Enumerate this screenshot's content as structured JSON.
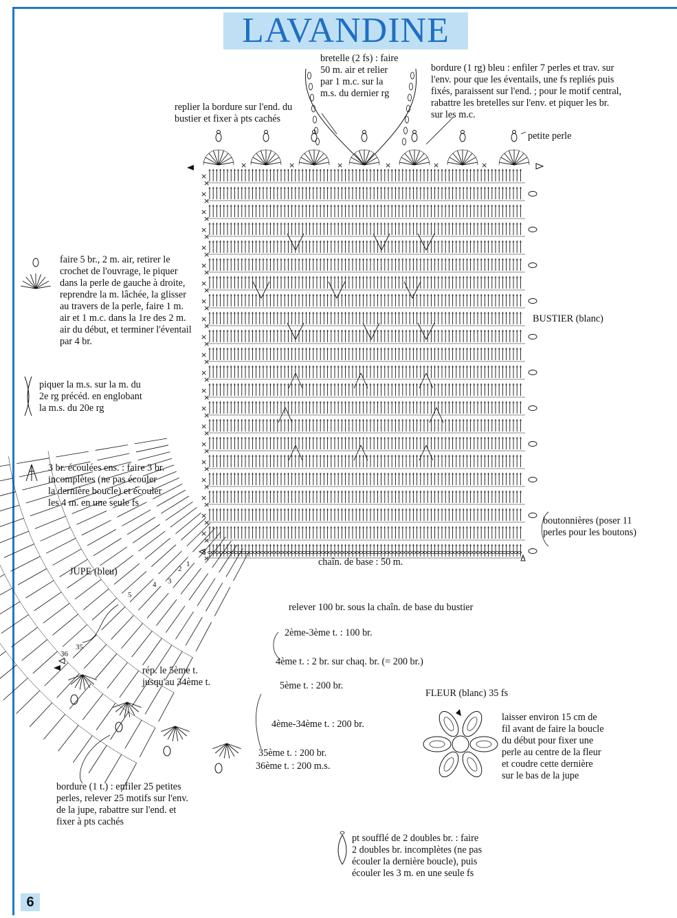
{
  "title": "LAVANDINE",
  "page_number": "6",
  "labels": {
    "bretelle": "bretelle (2 fs) : faire\n50 m. air et relier\npar 1 m.c. sur la\nm.s. du dernier rg",
    "bordure_top": "bordure (1 rg) bleu : enfiler 7 perles et trav. sur\nl'env. pour que les éventails, une fs repliés puis\nfixés, paraissent sur l'end. ; pour le motif central,\nrabattre les bretelles sur l'env. et piquer les br.\nsur les m.c.",
    "replier": "replier la bordure sur l'end. du\nbustier et fixer à pts cachés",
    "petite_perle": "petite perle",
    "bustier": "BUSTIER (blanc)",
    "boutonnieres": "boutonnières (poser 11\nperles pour les boutons)",
    "chain_base": "chaîn. de base : 50 m.",
    "jupe": "JUPE (bleu)",
    "relever": "relever 100 br. sous la chaîn. de base du bustier",
    "t2_3": "2ème-3ème t. : 100 br.",
    "t4": "4ème t. : 2 br. sur chaq. br. (= 200 br.)",
    "t5": "5ème t. : 200 br.",
    "rep": "rép. le 5ème t.\njusqu'au 34ème t.",
    "t4_34": "4ème-34ème t. : 200 br.",
    "t35": "35ème t. : 200 br.",
    "t36": "36ème t. : 200 m.s.",
    "bordure_jupe": "bordure (1 t.) : enfiler 25 petites\nperles, relever 25 motifs sur l'env.\nde la jupe, rabattre sur l'end. et\nfixer à pts cachés",
    "fleur": "FLEUR (blanc) 35 fs",
    "fleur_note": "laisser environ 15 cm de\nfil avant de faire la boucle\ndu début pour fixer une\nperle au centre de la fleur\net coudre cette dernière\nsur le bas de la jupe",
    "legend_eventail": "faire 5 br., 2 m. air, retirer le\ncrochet de l'ouvrage, le piquer\ndans la perle de gauche à droite,\nreprendre la m. lâchée, la glisser\nau travers de la perle, faire 1 m.\nair et 1 m.c. dans la 1re des 2 m.\nair du début, et terminer l'éventail\npar 4 br.",
    "legend_ms": "piquer la m.s. sur la m. du\n2e rg précéd. en englobant\nla m.s. du 20e rg",
    "legend_3br": "3 br. écoulées ens. : faire 3 br.\nincomplètes (ne pas écouler\nla dernière boucle) et écouler\nles 4 m. en une seule fs",
    "legend_souffle": "pt soufflé de 2 doubles br. : faire\n2 doubles br. incomplètes (ne pas\nécouler la dernière boucle), puis\nécouler les 3 m. en une seule fs",
    "jupe_numbers": [
      "1",
      "2",
      "3",
      "4",
      "5",
      "35",
      "36"
    ]
  },
  "colors": {
    "accent": "#1e78c8",
    "title_bg": "#bfe0f4",
    "title_text": "#1e6fc4",
    "ink": "#111111"
  }
}
